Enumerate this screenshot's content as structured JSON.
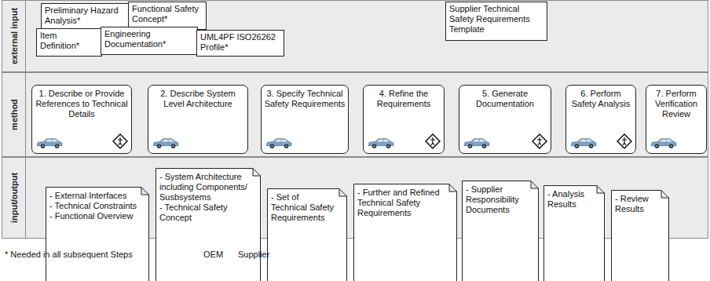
{
  "diagram": {
    "nodes": [
      {
        "text": [
          "external input"
        ]
      },
      {
        "text": [
          "method"
        ]
      },
      {
        "text": [
          "input/output"
        ]
      },
      {
        "text": [
          "Preliminary Hazard Analysis*"
        ],
        "in": 0
      },
      {
        "text": [
          "Functional Safety Concept*"
        ],
        "in": 0
      },
      {
        "text": [
          "Item Definition*"
        ],
        "in": 0
      },
      {
        "text": [
          "Engineering Documentation*"
        ],
        "in": 0
      },
      {
        "text": [
          "UML4PF ISO26262 Profile*"
        ],
        "in": 0
      },
      {
        "text": [
          "Supplier Technical Safety Requirements Template"
        ],
        "in": 0
      },
      {
        "text": [
          "1. Describe or Provide References to Technical Details"
        ],
        "in": 1
      },
      {
        "text": [
          "2. Describe System Level Architecture"
        ],
        "in": 1
      },
      {
        "text": [
          "3. Specify Technical Safety Requirements"
        ],
        "in": 1
      },
      {
        "text": [
          "4. Refine the Requirements"
        ],
        "in": 1
      },
      {
        "text": [
          "5. Generate Documentation"
        ],
        "in": 1
      },
      {
        "text": [
          "6. Perform Safety Analysis"
        ],
        "in": 1
      },
      {
        "text": [
          "7. Perform Verification Review"
        ],
        "in": 1
      },
      {
        "text": [
          "- External Interfaces",
          "- Technical Constraints",
          "- Functional Overview"
        ],
        "in": 2
      },
      {
        "text": [
          "- System Architecture including Components/ Susbsystems",
          "- Technical Safety Concept"
        ],
        "in": 2
      },
      {
        "text": [
          "- Set of Technical Safety Requirements"
        ],
        "in": 2
      },
      {
        "text": [
          "- Further and Refined Technical Safety Requirements"
        ],
        "in": 2
      },
      {
        "text": [
          "- Supplier Responsibility Documents"
        ],
        "in": 2
      },
      {
        "text": [
          "- Analysis Results"
        ],
        "in": 2
      },
      {
        "text": [
          "- Review Results"
        ],
        "in": 2
      }
    ],
    "edges": [
      {
        "from": 6,
        "to": 9,
        "arrow": "to"
      },
      {
        "from": 8,
        "to": 13,
        "arrow": "to"
      },
      {
        "from": 9,
        "to": 10,
        "arrow": "to"
      },
      {
        "from": 10,
        "to": 11,
        "arrow": "to"
      },
      {
        "from": 11,
        "to": 12,
        "arrow": "to"
      },
      {
        "from": 12,
        "to": 13,
        "arrow": "to"
      },
      {
        "from": 13,
        "to": 14,
        "arrow": "to"
      },
      {
        "from": 14,
        "to": 15,
        "arrow": "to"
      },
      {
        "from": 9,
        "to": 16,
        "arrow": "to"
      },
      {
        "from": 16,
        "to": 10,
        "arrow": "to"
      },
      {
        "from": 10,
        "to": 17,
        "arrow": "to"
      },
      {
        "from": 17,
        "to": 11,
        "arrow": "to"
      },
      {
        "from": 11,
        "to": 18,
        "arrow": "to"
      },
      {
        "from": 18,
        "to": 12,
        "arrow": "to"
      },
      {
        "from": 12,
        "to": 19,
        "arrow": "to"
      },
      {
        "from": 19,
        "to": 13,
        "arrow": "to"
      },
      {
        "from": 13,
        "to": 20,
        "arrow": "to"
      },
      {
        "from": 20,
        "to": 14,
        "arrow": "to"
      },
      {
        "from": 14,
        "to": 21,
        "arrow": "to"
      },
      {
        "from": 21,
        "to": 15,
        "arrow": "to"
      },
      {
        "from": 15,
        "to": 22,
        "arrow": "to"
      }
    ],
    "labels": [
      "* Needed in all subsequent Steps"
    ],
    "legend": [
      {
        "text": "OEM"
      },
      {
        "text": "Supplier"
      }
    ]
  }
}
